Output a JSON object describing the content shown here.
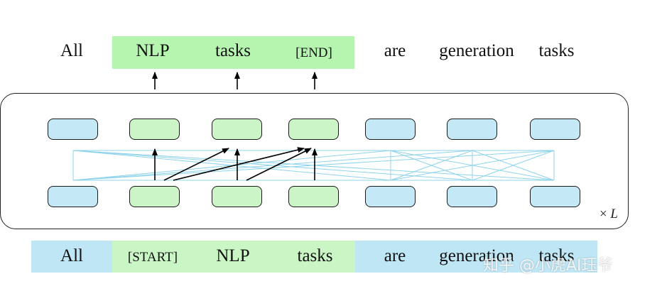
{
  "output": {
    "tokens": [
      "All",
      "NLP",
      "tasks",
      "[END]",
      "are",
      "generation",
      "tasks"
    ],
    "highlight_color": "#b6f5b0"
  },
  "input": {
    "tokens": [
      "All",
      "[START]",
      "NLP",
      "tasks",
      "are",
      "generation",
      "tasks"
    ],
    "context_color": "#bfe6f5",
    "generation_color": "#c9f6c4"
  },
  "colors": {
    "context_node": "#c5e8f7",
    "generation_node": "#cbf5c6",
    "attention_line": "#8fd3ea",
    "arrow": "#000000"
  },
  "model": {
    "layers_label_prefix": "×",
    "layers_label_var": "L"
  },
  "watermark": "知乎 @小虎AI珏爷"
}
